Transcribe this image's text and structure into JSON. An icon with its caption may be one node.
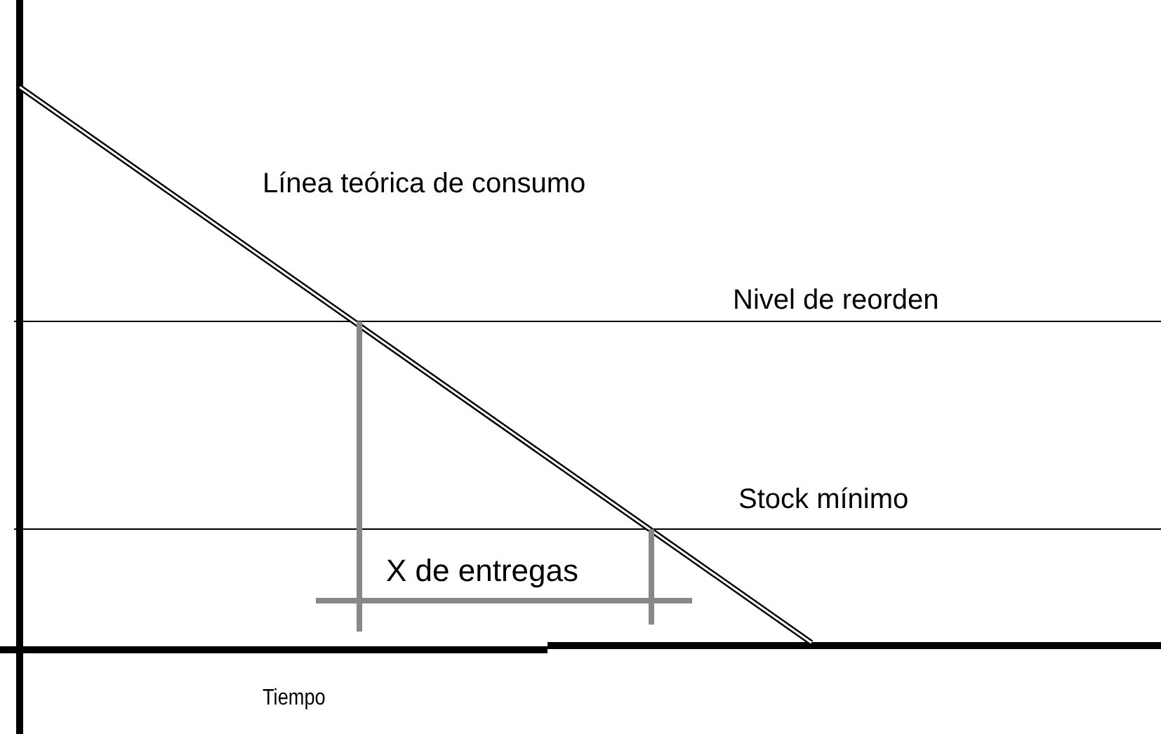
{
  "diagram": {
    "labels": [
      "Línea teórica de consumo",
      "Nivel de reorden",
      "Stock mínimo",
      "X de entregas",
      "Tiempo"
    ]
  }
}
